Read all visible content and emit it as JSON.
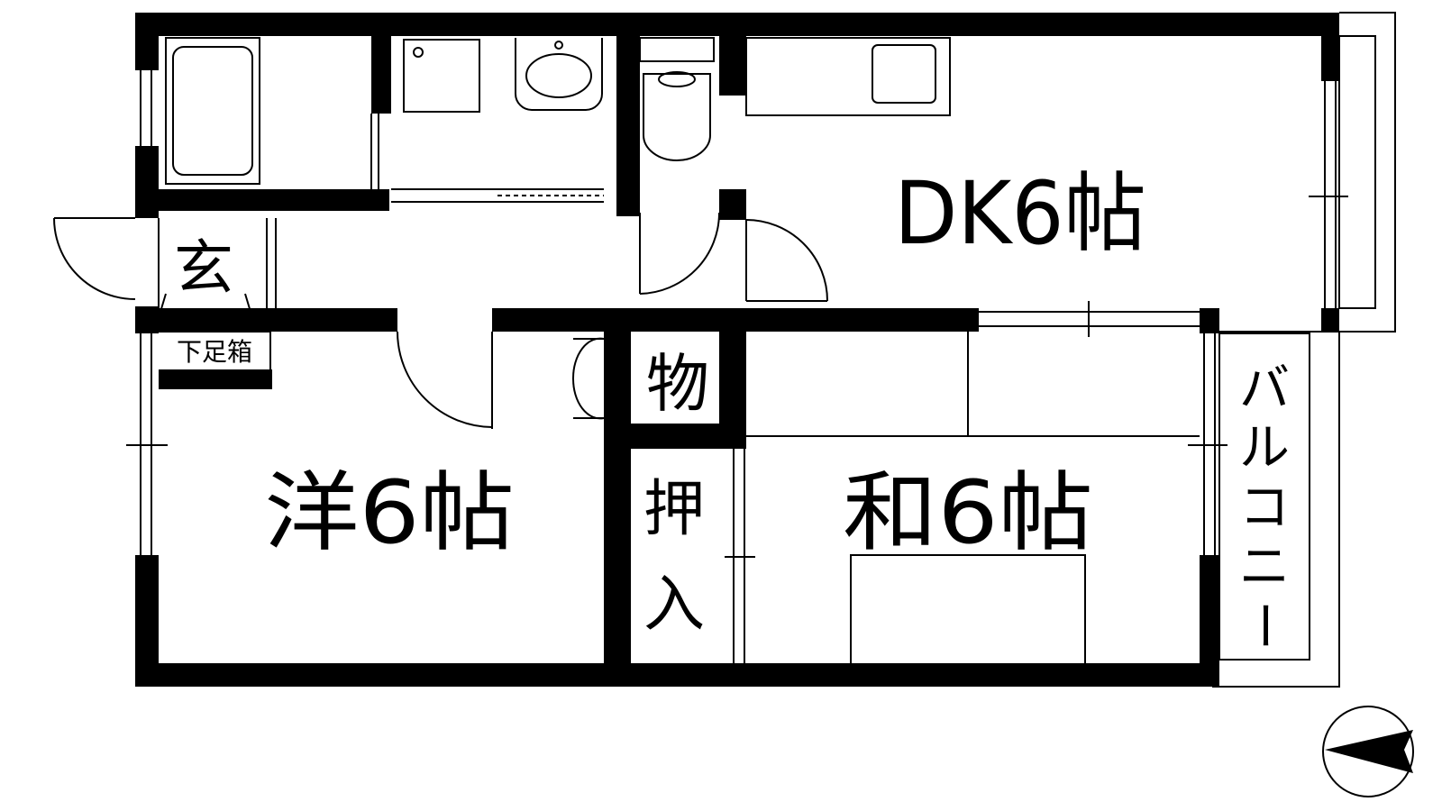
{
  "rooms": {
    "dk": "DK6帖",
    "western": "洋6帖",
    "japanese": "和6帖",
    "entrance": "玄",
    "storage": "物",
    "closet_top": "押",
    "closet_bottom": "入",
    "shoe_box": "下足箱",
    "balcony": [
      "バ",
      "ル",
      "コ",
      "ニ",
      "ー"
    ]
  },
  "colors": {
    "wall": "#000000",
    "background": "#ffffff"
  },
  "icons": [
    "bathtub-icon",
    "washbasin-icon",
    "washing-machine-icon",
    "toilet-icon",
    "kitchen-sink-icon",
    "north-arrow-icon"
  ]
}
